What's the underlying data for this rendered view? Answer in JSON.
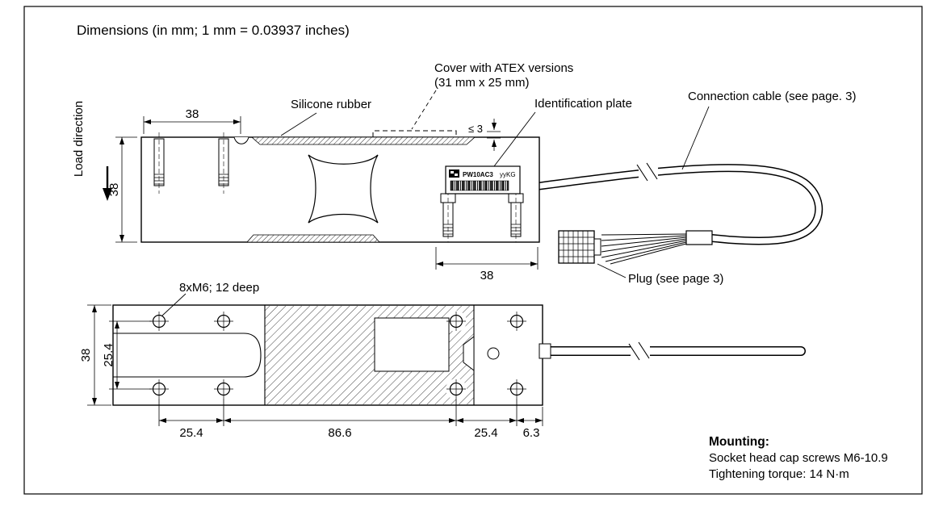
{
  "title": "Dimensions (in mm; 1 mm = 0.03937 inches)",
  "callouts": {
    "load_direction": "Load direction",
    "silicone_rubber": "Silicone rubber",
    "cover_atex_line1": "Cover with ATEX versions",
    "cover_atex_line2": "(31 mm x 25 mm)",
    "identification_plate": "Identification plate",
    "connection_cable": "Connection cable (see page. 3)",
    "plug": "Plug (see page 3)",
    "screw_spec": "8xM6; 12 deep"
  },
  "dimensions": {
    "left_block_width": "38",
    "beam_height": "38",
    "cover_protrusion": "≤ 3",
    "plate_block_width": "38",
    "top_view_width": "38",
    "hole_row_spacing": "25.4",
    "hole_col_left": "25.4",
    "hole_span_mid": "86.6",
    "hole_col_right": "25.4",
    "edge_offset": "6.3"
  },
  "id_plate": {
    "model": "PW10AC3",
    "capacity": "yyKG"
  },
  "mounting": {
    "heading": "Mounting:",
    "line1": "Socket head cap screws M6-10.9",
    "line2": "Tightening torque: 14 N·m"
  }
}
